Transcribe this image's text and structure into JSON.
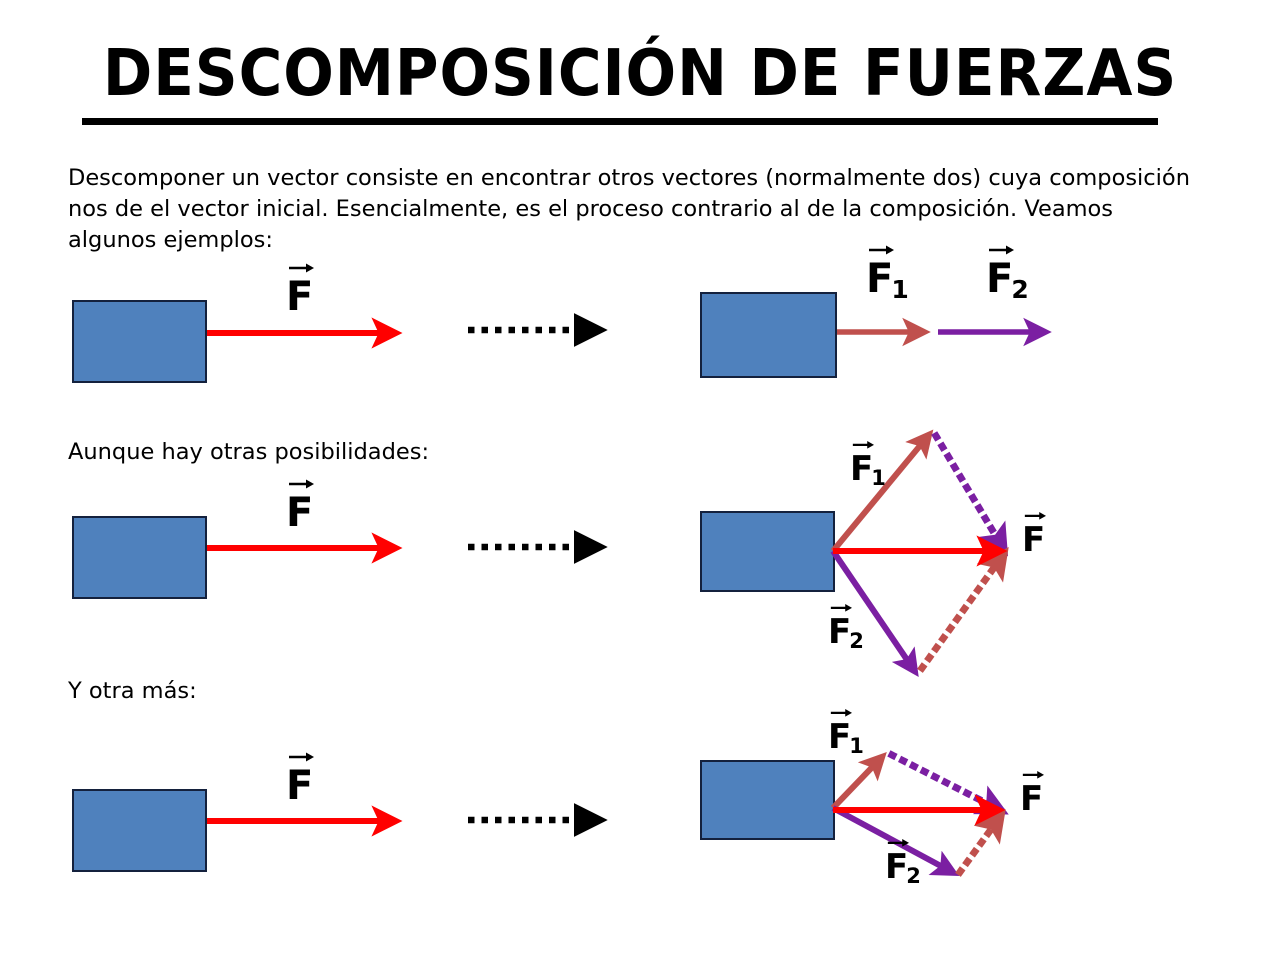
{
  "slide": {
    "title": "DESCOMPOSICIÓN DE FUERZAS",
    "intro_paragraph": "Descomponer un vector consiste en encontrar otros vectores (normalmente dos) cuya composición nos de el vector inicial. Esencialmente, es el proceso contrario al de la composición. Veamos algunos ejemplos:",
    "note_line_1": "Aunque hay otras posibilidades:",
    "note_line_2": "Y otra más:"
  },
  "colors": {
    "block_fill": "#4F81BD",
    "block_stroke": "#14213d",
    "force_f": "#FF0000",
    "force_f1": "#C0504D",
    "force_f2": "#7B1FA2",
    "transition_arrow": "#000000",
    "text": "#000000"
  },
  "labels": {
    "f": "F",
    "f1_base": "F",
    "f1_sub": "1",
    "f2_base": "F",
    "f2_sub": "2"
  },
  "rows": [
    {
      "name": "collinear-decomposition",
      "left_label_f": "F",
      "right_labels": [
        "F1",
        "F2"
      ],
      "description": "Un vector F se descompone en dos vectores colineales F1 y F2 en la misma dirección."
    },
    {
      "name": "symmetric-parallelogram-decomposition",
      "left_label_f": "F",
      "right_labels": [
        "F1",
        "F2",
        "F"
      ],
      "description": "F se descompone en F1 hacia arriba-derecha y F2 hacia abajo-derecha, formando un paralelogramo simétrico."
    },
    {
      "name": "asymmetric-parallelogram-decomposition",
      "left_label_f": "F",
      "right_labels": [
        "F1",
        "F2",
        "F"
      ],
      "description": "F se descompone en un F1 corto y empinado y un F2 más largo y tendido, formando un paralelogramo asimétrico."
    }
  ]
}
